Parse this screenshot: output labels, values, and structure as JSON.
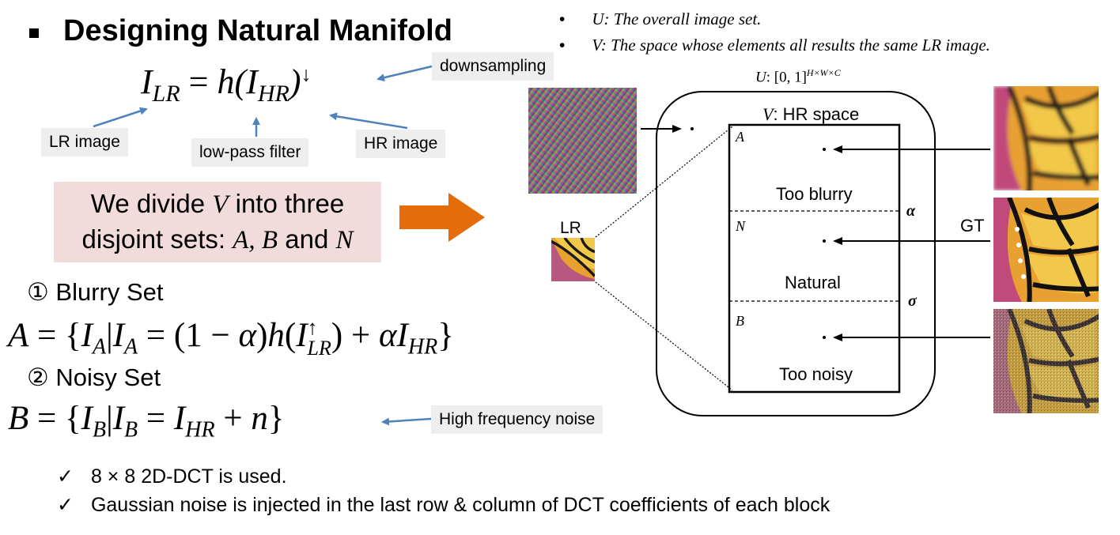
{
  "slide": {
    "title": "Designing Natural Manifold",
    "equation": {
      "lhs_base": "I",
      "lhs_sub": "LR",
      "eq": "=",
      "h": "h(",
      "arg_base": "I",
      "arg_sub": "HR",
      "close": ")",
      "sup": "↓"
    },
    "labels": {
      "downsampling": "downsampling",
      "lr_image": "LR image",
      "low_pass": "low-pass filter",
      "hr_image": "HR image",
      "high_freq": "High frequency noise"
    },
    "callout": {
      "line1_pre": "We divide ",
      "line1_var": "V",
      "line1_post": " into three",
      "line2_pre": "disjoint sets: ",
      "line2_math": "A, B",
      "line2_mid": " and ",
      "line2_var": "N"
    },
    "sets": {
      "blurry_name": "① Blurry Set",
      "blurry_formula": "A = {I_A | I_A = (1 − α)h(I_LR^↑) + αI_HR}",
      "noisy_name": "② Noisy Set",
      "noisy_formula": "B = {I_B | I_B = I_HR + n}"
    },
    "checks": [
      "8 × 8 2D-DCT is used.",
      "Gaussian noise is injected in the last row & column of DCT coefficients of each block"
    ],
    "check_mark": "✓",
    "top_notes": [
      {
        "var": "U",
        "text": ": The overall image set."
      },
      {
        "var": "V",
        "text": ": The space whose elements all results the same LR image."
      }
    ],
    "bullet": "•"
  },
  "diagram": {
    "u_label_var": "U",
    "u_label_rest": ": [0, 1]",
    "u_label_sup": "H×W×C",
    "v_label_var": "V",
    "v_label_rest": ": HR space",
    "lr_label": "LR",
    "gt_label": "GT",
    "region_a": "A",
    "region_n": "N",
    "region_b": "B",
    "too_blurry": "Too blurry",
    "natural": "Natural",
    "too_noisy": "Too noisy",
    "alpha": "α",
    "sigma": "σ"
  },
  "colors": {
    "arrow_blue": "#4f81bd",
    "orange_arrow": "#e46c0a",
    "callout_bg": "#f2dcdb",
    "label_bg": "#eeeeee",
    "butterfly_orange": "#e8a030",
    "butterfly_yellow": "#f2c84a",
    "pink_flower": "#c04a7a"
  }
}
